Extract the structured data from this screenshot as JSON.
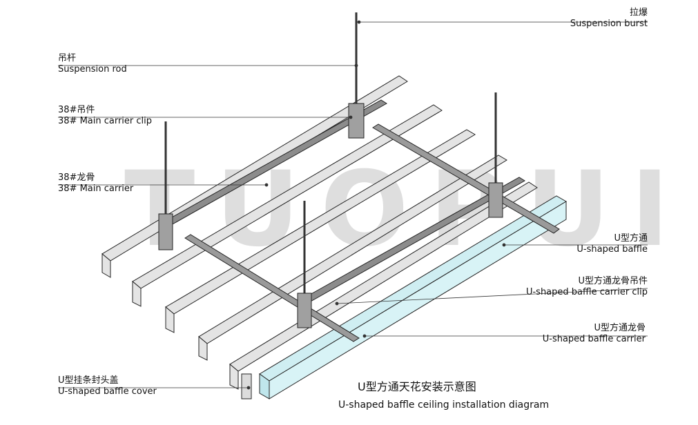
{
  "watermark": "TUOPUI",
  "labels": {
    "suspension_burst": {
      "zh": "拉爆",
      "en": "Suspension burst"
    },
    "suspension_rod": {
      "zh": "吊杆",
      "en": "Suspension rod"
    },
    "main_carrier_clip": {
      "zh": "38#吊件",
      "en": "38# Main carrier clip"
    },
    "main_carrier": {
      "zh": "38#龙骨",
      "en": "38#  Main carrier"
    },
    "u_baffle": {
      "zh": "U型方通",
      "en": "U-shaped baffle"
    },
    "u_baffle_carrier_clip": {
      "zh": "U型方通龙骨吊件",
      "en": "U-shaped baffle carrier clip"
    },
    "u_baffle_carrier": {
      "zh": "U型方通龙骨",
      "en": "U-shaped baffle carrier"
    },
    "u_baffle_cover": {
      "zh": "U型挂条封头盖",
      "en": "U-shaped baffle cover"
    }
  },
  "title": {
    "zh": "U型方通天花安装示意图",
    "en": "U-shaped baffle ceiling installation diagram"
  },
  "colors": {
    "line": "#222222",
    "baffle_fill": "#e2e2e2",
    "highlight_fill": "#cfeef2",
    "carrier_fill": "#8a8a8a",
    "watermark": "#d9d9d9"
  }
}
